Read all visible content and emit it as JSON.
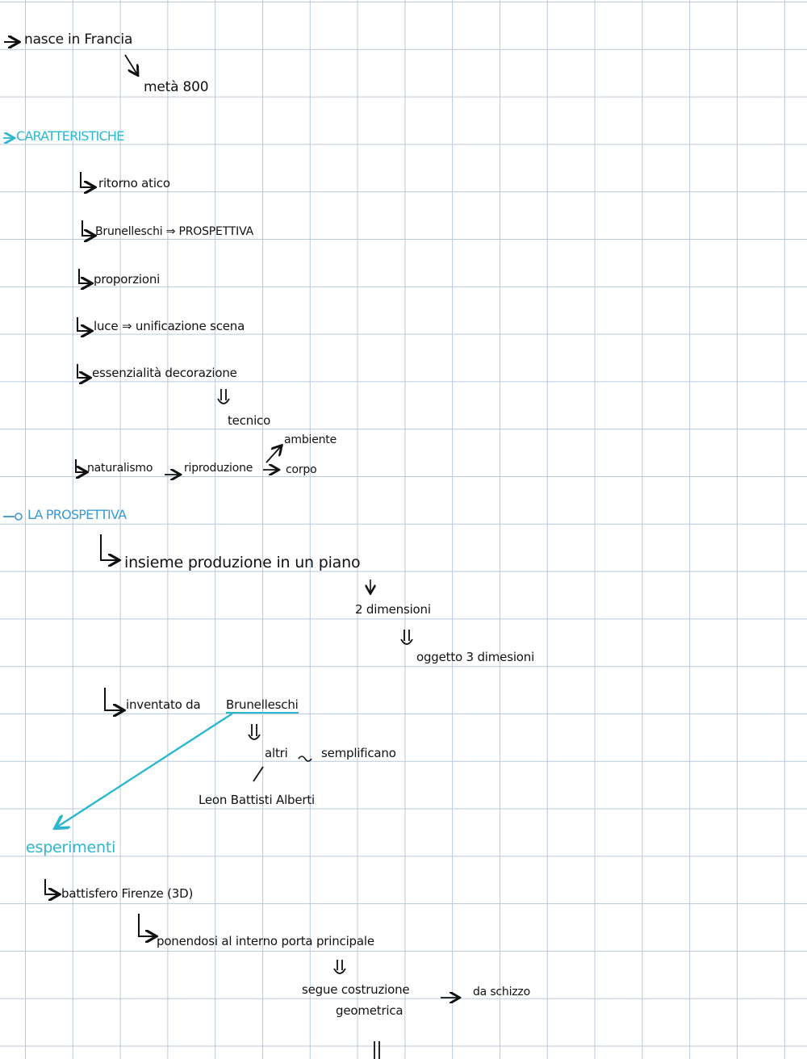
{
  "colors": {
    "grid": "#b9c9db",
    "ink": "#111111",
    "heading_cyan": "#2ab7cf",
    "heading_blue": "#3a9ad6"
  },
  "lines": {
    "nasce": "nasce in Francia",
    "meta": "metà 800",
    "caratteristiche": "CARATTERISTICHE",
    "ritorno": "ritorno atico",
    "brunelleschi": "Brunelleschi",
    "implies": "⇒",
    "prospettiva_caps": "PROSPETTIVA",
    "proporzioni": "proporzioni",
    "luce": "luce",
    "unificazione": "unificazione scena",
    "essenzialita": "essenzialità decorazione",
    "tecnico": "tecnico",
    "naturalismo": "naturalismo",
    "riproduzione": "riproduzione",
    "ambiente": "ambiente",
    "corpo": "corpo",
    "la_prospettiva": "LA PROSPETTIVA",
    "insieme": "insieme produzione in un piano",
    "due_dimensioni": "2 dimensioni",
    "oggetto": "oggetto 3 dimesioni",
    "inventato_da": "inventato da",
    "brunelleschi2": "Brunelleschi",
    "altri": "altri",
    "semplificano": "semplificano",
    "leon": "Leon Battisti Alberti",
    "esperimenti": "esperimenti",
    "battistero": "battisfero Firenze (3D)",
    "ponendosi": "ponendosi al interno porta principale",
    "segue": "segue costruzione",
    "geometrica": "geometrica",
    "da_schizzo": "da schizzo"
  }
}
